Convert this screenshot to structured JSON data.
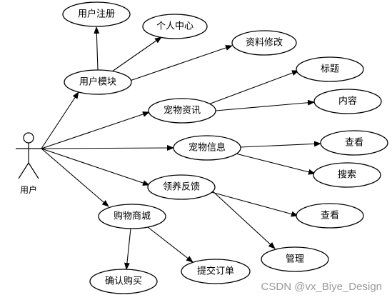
{
  "actor": {
    "label": "用户"
  },
  "nodes": {
    "user_register": "用户注册",
    "personal_center": "个人中心",
    "profile_edit": "资料修改",
    "user_module": "用户模块",
    "title": "标题",
    "pet_news": "宠物资讯",
    "content": "内容",
    "pet_info": "宠物信息",
    "view_1": "查看",
    "search": "搜索",
    "adoption_feedback": "领养反馈",
    "view_2": "查看",
    "shopping_mall": "购物商城",
    "manage": "管理",
    "confirm_purchase": "确认购买",
    "submit_order": "提交订单"
  },
  "watermark": "CSDN @vx_Biye_Design"
}
